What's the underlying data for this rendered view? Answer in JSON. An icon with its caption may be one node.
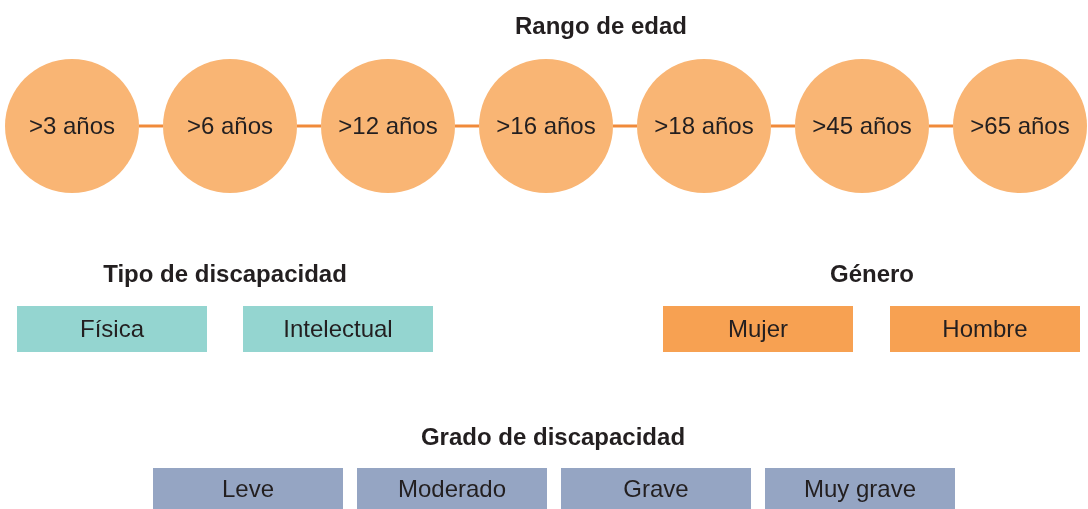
{
  "diagram": {
    "nodes": [
      {
        "text": [
          ">3 años"
        ]
      },
      {
        "text": [
          ">6 años"
        ]
      },
      {
        "text": [
          ">12 años"
        ]
      },
      {
        "text": [
          ">16 años"
        ]
      },
      {
        "text": [
          ">18 años"
        ]
      },
      {
        "text": [
          ">45 años"
        ]
      },
      {
        "text": [
          ">65 años"
        ]
      },
      {
        "text": [
          "Física"
        ]
      },
      {
        "text": [
          "Intelectual"
        ]
      },
      {
        "text": [
          "Mujer"
        ]
      },
      {
        "text": [
          "Hombre"
        ]
      },
      {
        "text": [
          "Leve"
        ]
      },
      {
        "text": [
          "Moderado"
        ]
      },
      {
        "text": [
          "Grave"
        ]
      },
      {
        "text": [
          "Muy grave"
        ]
      }
    ],
    "edges": [
      {
        "from": 0,
        "to": 1,
        "arrow": "none"
      },
      {
        "from": 1,
        "to": 2,
        "arrow": "none"
      },
      {
        "from": 2,
        "to": 3,
        "arrow": "none"
      },
      {
        "from": 3,
        "to": 4,
        "arrow": "none"
      },
      {
        "from": 4,
        "to": 5,
        "arrow": "none"
      },
      {
        "from": 5,
        "to": 6,
        "arrow": "none"
      }
    ],
    "labels": [
      "Rango de edad",
      "Tipo de discapacidad",
      "Género",
      "Grado de discapacidad"
    ]
  }
}
